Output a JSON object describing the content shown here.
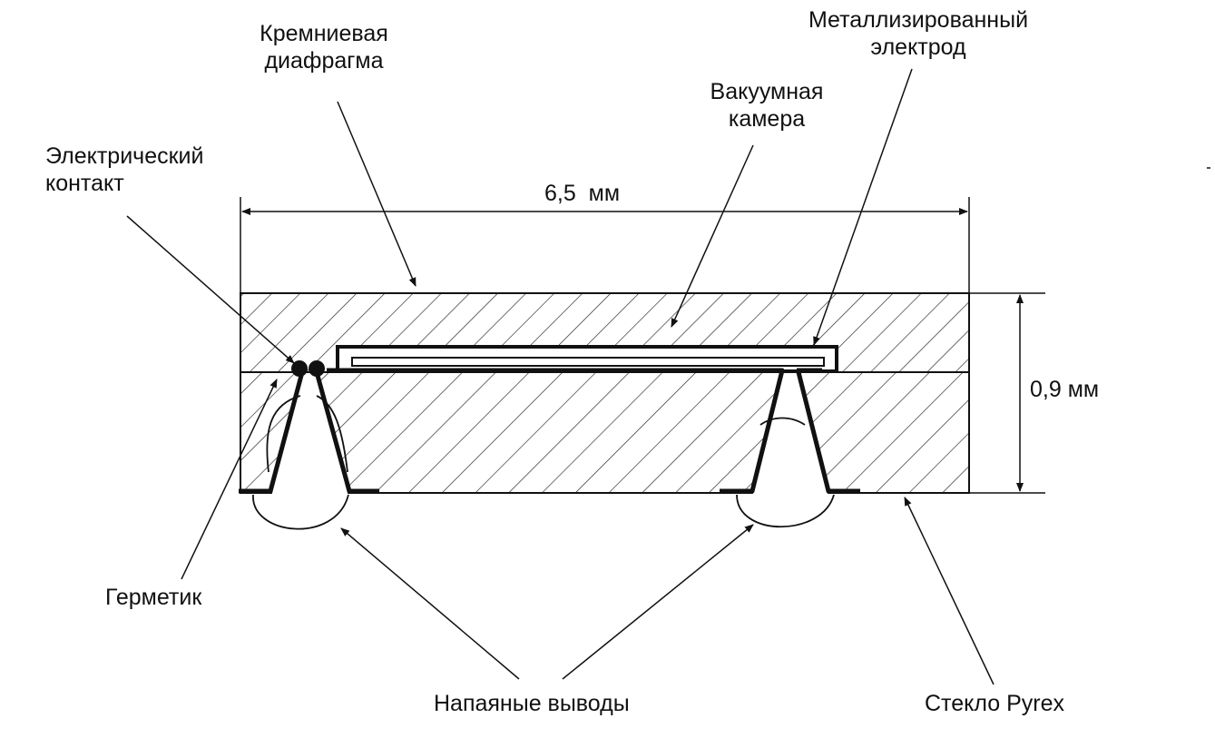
{
  "labels": {
    "diaphragm": "Кремниевая\nдиафрагма",
    "electrode": "Металлизированный\nэлектрод",
    "vacuum": "Вакуумная\nкамера",
    "contact": "Электрический\nконтакт",
    "sealant": "Герметик",
    "leads": "Напаяные выводы",
    "glass": "Стекло Pyrex"
  },
  "dimensions": {
    "width": "6,5  мм",
    "height": "0,9 мм"
  }
}
